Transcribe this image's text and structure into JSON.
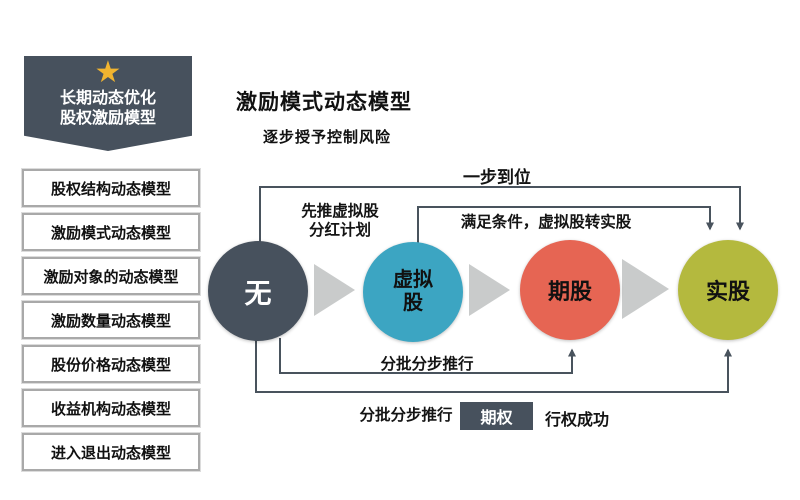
{
  "sidebar": {
    "banner": {
      "star_icon": "★",
      "star_color": "#f1b42f",
      "color": "#47515d",
      "line1": "长期动态优化",
      "line2": "股权激励模型"
    },
    "items": [
      "股权结构动态模型",
      "激励模式动态模型",
      "激励对象的动态模型",
      "激励数量动态模型",
      "股份价格动态模型",
      "收益机构动态模型",
      "进入退出动态模型"
    ]
  },
  "main": {
    "title": "激励模式动态模型",
    "subtitle": "逐步授予控制风险"
  },
  "diagram": {
    "nodes": [
      {
        "id": "none",
        "label": "无",
        "color": "#47515d",
        "text_color": "#ffffff"
      },
      {
        "id": "virtual-stock",
        "label": "虚拟股",
        "color": "#3ca5c2",
        "text_color": "#111111"
      },
      {
        "id": "option-stock",
        "label": "期股",
        "color": "#e66553",
        "text_color": "#111111"
      },
      {
        "id": "real-stock",
        "label": "实股",
        "color": "#b4b93e",
        "text_color": "#111111"
      }
    ],
    "labels": {
      "one_step": "一步到位",
      "virtual_plan_line1": "先推虚拟股",
      "virtual_plan_line2": "分红计划",
      "condition": "满足条件，虚拟股转实股",
      "batch_top": "分批分步推行",
      "batch_bottom": "分批分步推行",
      "option_badge": "期权",
      "exercise_success": "行权成功"
    },
    "badge_color": "#47515d",
    "line_color": "#49535d",
    "triangle_color": "#c9cbcb"
  }
}
